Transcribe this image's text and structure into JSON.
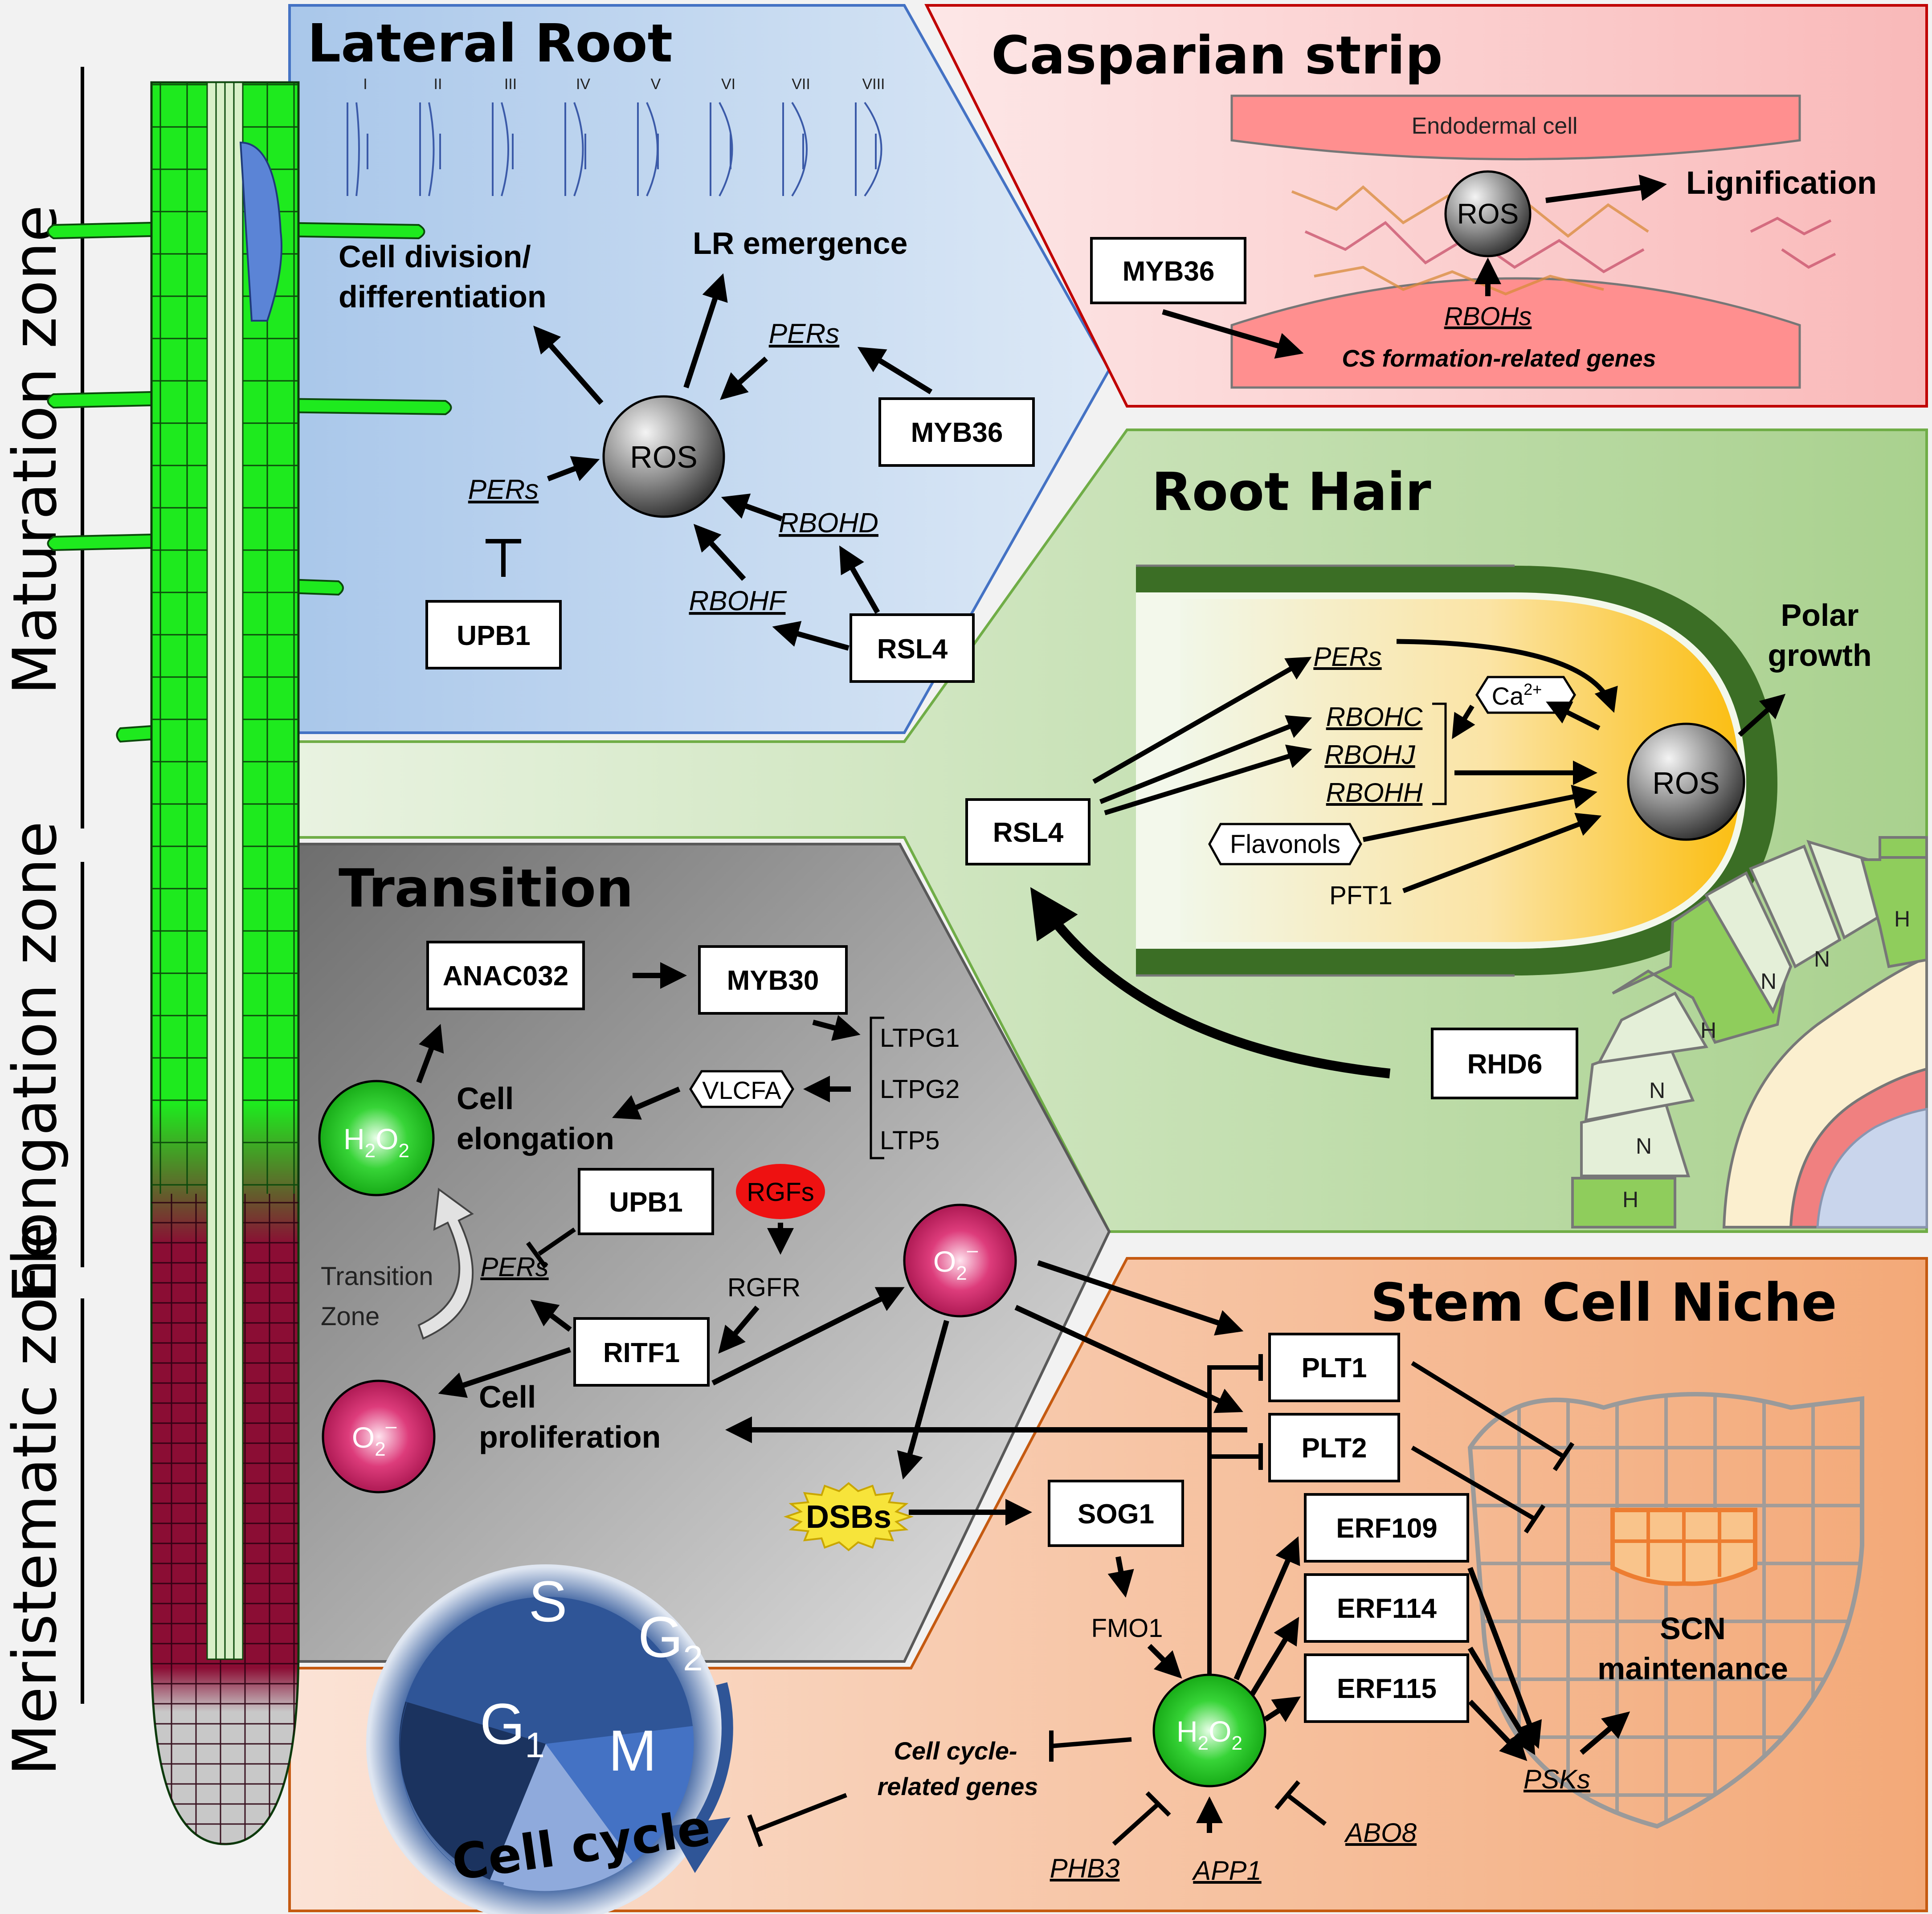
{
  "zones": {
    "maturation": "Maturation  zone",
    "elongation": "Elongation zone",
    "meristematic": "Meristematic zone"
  },
  "lateral_root": {
    "title": "Lateral Root",
    "stages": [
      "I",
      "II",
      "III",
      "IV",
      "V",
      "VI",
      "VII",
      "VIII"
    ],
    "cell_division_1": "Cell division/",
    "cell_division_2": "differentiation",
    "lr_emergence": "LR emergence",
    "ros": "ROS",
    "pers_top": "PERs",
    "myb36": "MYB36",
    "pers_left": "PERs",
    "upb1": "UPB1",
    "rbohd": "RBOHD",
    "rbohf": "RBOHF",
    "rsl4": "RSL4"
  },
  "casparian": {
    "title": "Casparian strip",
    "endodermal": "Endodermal cell",
    "ros": "ROS",
    "lignification": "Lignification",
    "myb36": "MYB36",
    "rbohs": "RBOHs",
    "cs_genes": "CS formation-related genes"
  },
  "root_hair": {
    "title": "Root Hair",
    "pers": "PERs",
    "ca": "Ca",
    "ca_sup": "2+",
    "rbohc": "RBOHC",
    "rbohj": "RBOHJ",
    "rbohh": "RBOHH",
    "flavonols": "Flavonols",
    "pft1": "PFT1",
    "rsl4": "RSL4",
    "ros": "ROS",
    "polar_1": "Polar",
    "polar_2": "growth",
    "rhd6": "RHD6",
    "cell_labels": [
      "H",
      "N",
      "N",
      "H",
      "N",
      "N",
      "H"
    ]
  },
  "transition": {
    "title": "Transition",
    "anac032": "ANAC032",
    "myb30": "MYB30",
    "ltpg1": "LTPG1",
    "ltpg2": "LTPG2",
    "ltp5": "LTP5",
    "vlcfa": "VLCFA",
    "cell_elong_1": "Cell",
    "cell_elong_2": "elongation",
    "h2o2_main": "H",
    "h2o2_sub": "2",
    "h2o2_o": "O",
    "upb1": "UPB1",
    "rgfs": "RGFs",
    "rgfr": "RGFR",
    "pers": "PERs",
    "tz_1": "Transition",
    "tz_2": "Zone",
    "ritf1": "RITF1",
    "o2": "O",
    "o2_sub": "2",
    "o2_sup": "–",
    "cell_prolif_1": "Cell",
    "cell_prolif_2": "proliferation"
  },
  "cell_cycle": {
    "s": "S",
    "g2": "G",
    "g2_sub": "2",
    "g1": "G",
    "g1_sub": "1",
    "m": "M",
    "label": "Cell cycle"
  },
  "stem_cell": {
    "title": "Stem Cell Niche",
    "plt1": "PLT1",
    "plt2": "PLT2",
    "dsbs": "DSBs",
    "sog1": "SOG1",
    "fmo1": "FMO1",
    "erf109": "ERF109",
    "erf114": "ERF114",
    "erf115": "ERF115",
    "pks": "PSKs",
    "scn_1": "SCN",
    "scn_2": "maintenance",
    "cc_genes_1": "Cell cycle-",
    "cc_genes_2": "related genes",
    "phb3": "PHB3",
    "app1": "APP1",
    "abo8": "ABO8"
  },
  "colors": {
    "lateral_bg": "#b9d3ee",
    "casparian_bg": "#fbd0d0",
    "root_hair_bg": "#c6e0b4",
    "transition_bg": "#9f9f9f",
    "stem_bg": "#f5c3a5",
    "root_green": "#22e822",
    "root_red": "#8b0d34",
    "root_tip": "#c8c8c8",
    "h2o2": "#1ec81e",
    "o2": "#c8185c",
    "rgfs": "#ee1111",
    "dsbs": "#f7e43a"
  }
}
